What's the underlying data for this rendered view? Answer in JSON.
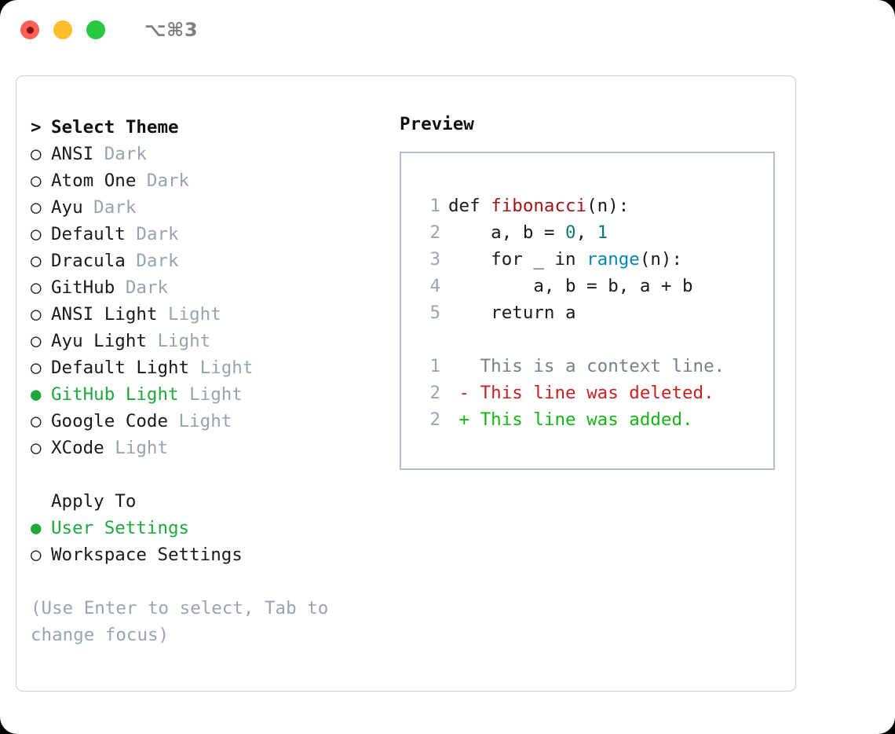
{
  "titlebar": {
    "shortcut": "⌥⌘3",
    "buttons": [
      "close",
      "minimize",
      "maximize"
    ]
  },
  "theme_section": {
    "header": "Select Theme",
    "header_prefix": ">",
    "bullet_unselected": "○",
    "bullet_selected": "●",
    "accent_color": "#1fa83c",
    "tag_color": "#99a2b0",
    "items": [
      {
        "label": "ANSI",
        "tag": "Dark",
        "selected": false
      },
      {
        "label": "Atom One",
        "tag": "Dark",
        "selected": false
      },
      {
        "label": "Ayu",
        "tag": "Dark",
        "selected": false
      },
      {
        "label": "Default",
        "tag": "Dark",
        "selected": false
      },
      {
        "label": "Dracula",
        "tag": "Dark",
        "selected": false
      },
      {
        "label": "GitHub",
        "tag": "Dark",
        "selected": false
      },
      {
        "label": "ANSI Light",
        "tag": "Light",
        "selected": false
      },
      {
        "label": "Ayu Light",
        "tag": "Light",
        "selected": false
      },
      {
        "label": "Default Light",
        "tag": "Light",
        "selected": false
      },
      {
        "label": "GitHub Light",
        "tag": "Light",
        "selected": true
      },
      {
        "label": "Google Code",
        "tag": "Light",
        "selected": false
      },
      {
        "label": "XCode",
        "tag": "Light",
        "selected": false
      }
    ]
  },
  "apply_section": {
    "header": "Apply To",
    "items": [
      {
        "label": "User Settings",
        "selected": true
      },
      {
        "label": "Workspace Settings",
        "selected": false
      }
    ]
  },
  "hint": "(Use Enter to select, Tab to change focus)",
  "preview": {
    "title": "Preview",
    "border_color": "#b6bec9",
    "code_lines": [
      {
        "n": "1",
        "parts": [
          {
            "t": "def ",
            "k": "plain"
          },
          {
            "t": "fibonacci",
            "k": "fn"
          },
          {
            "t": "(n):",
            "k": "plain"
          }
        ]
      },
      {
        "n": "2",
        "parts": [
          {
            "t": "    a, b = ",
            "k": "plain"
          },
          {
            "t": "0",
            "k": "num"
          },
          {
            "t": ", ",
            "k": "plain"
          },
          {
            "t": "1",
            "k": "num"
          }
        ]
      },
      {
        "n": "3",
        "parts": [
          {
            "t": "    for _ in ",
            "k": "plain"
          },
          {
            "t": "range",
            "k": "bi"
          },
          {
            "t": "(n):",
            "k": "plain"
          }
        ]
      },
      {
        "n": "4",
        "parts": [
          {
            "t": "        a, b = b, a + b",
            "k": "plain"
          }
        ]
      },
      {
        "n": "5",
        "parts": [
          {
            "t": "    return a",
            "k": "plain"
          }
        ]
      }
    ],
    "diff_lines": [
      {
        "n": "1",
        "sign": " ",
        "text": " This is a context line.",
        "kind": "ctx"
      },
      {
        "n": "2",
        "sign": "-",
        "text": " This line was deleted.",
        "kind": "del"
      },
      {
        "n": "2",
        "sign": "+",
        "text": " This line was added.",
        "kind": "add"
      }
    ],
    "diff_colors": {
      "context": "#777f8b",
      "deleted": "#cc1f1f",
      "added": "#15b515"
    },
    "syntax_colors": {
      "function": "#a31515",
      "number": "#0f7b74",
      "builtin": "#0a84b5",
      "linenumber": "#9aa5b4"
    }
  }
}
